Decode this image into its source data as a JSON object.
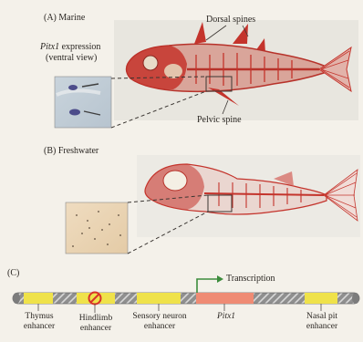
{
  "panel_a": {
    "label": "(A) Marine",
    "expression_line1": "Pitx1 expression",
    "expression_line1_gene": "Pitx1",
    "expression_line1_rest": " expression",
    "expression_line2": "(ventral view)",
    "dorsal_spines": "Dorsal spines",
    "pelvic_spine": "Pelvic spine"
  },
  "panel_b": {
    "label": "(B) Freshwater"
  },
  "panel_c": {
    "label": "(C)",
    "transcription": "Transcription",
    "thymus_line1": "Thymus",
    "thymus_line2": "enhancer",
    "hindlimb_line1": "Hindlimb",
    "hindlimb_line2": "enhancer",
    "sensory_line1": "Sensory neuron",
    "sensory_line2": "enhancer",
    "gene": "Pitx1",
    "nasal_line1": "Nasal pit",
    "nasal_line2": "enhancer"
  },
  "colors": {
    "background": "#f4f1ea",
    "fish_stain": "#c4342c",
    "enhancer_yellow": "#efe24a",
    "gene_salmon": "#ef8b74",
    "dna_gray": "#9a9a9a",
    "arrow_green": "#3c8c3c",
    "forbidden_red": "#d8332a"
  }
}
